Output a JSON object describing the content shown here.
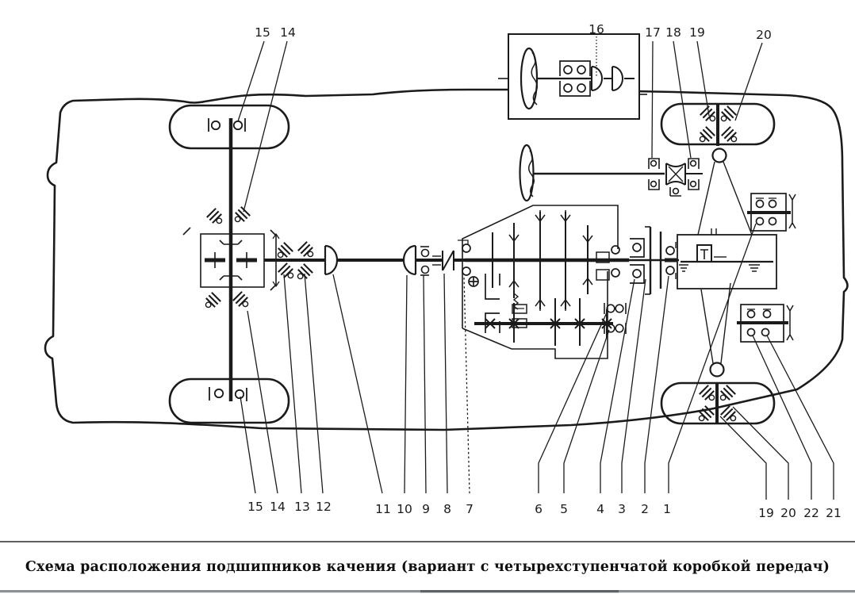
{
  "caption": {
    "text": "Схема расположения подшипников качения (вариант с четырехступенчатой коробкой передач)"
  },
  "callouts": {
    "top": [
      "15",
      "14",
      "16",
      "17",
      "18",
      "19",
      "20"
    ],
    "bottom": [
      "15",
      "14",
      "13",
      "12",
      "11",
      "10",
      "9",
      "8",
      "7",
      "6",
      "5",
      "4",
      "3",
      "2",
      "1",
      "19",
      "20",
      "22",
      "21"
    ]
  },
  "colors": {
    "ink": "#1b1b1b",
    "paper": "#ffffff",
    "page_edge": "#8b9094"
  }
}
